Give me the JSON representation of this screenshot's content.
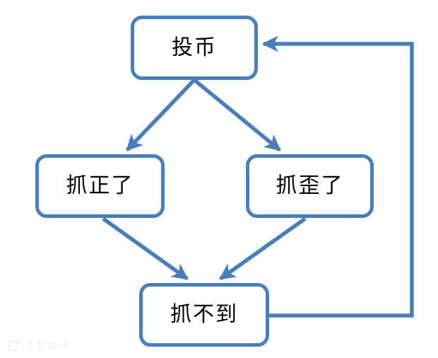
{
  "diagram": {
    "type": "flowchart",
    "title": "",
    "background_color": "#ffffff",
    "accent_color": "#4A7EBB",
    "node_fill_color": "#ffffff",
    "text_color": "#000000",
    "nodes": [
      {
        "id": "start",
        "label": "投币",
        "shape": "rounded-rectangle"
      },
      {
        "id": "left",
        "label": "抓正了",
        "shape": "rounded-rectangle"
      },
      {
        "id": "right",
        "label": "抓歪了",
        "shape": "rounded-rectangle"
      },
      {
        "id": "bottom",
        "label": "抓不到",
        "shape": "rounded-rectangle"
      }
    ],
    "edges": [
      {
        "from": "start",
        "to": "left",
        "style": "diagonal",
        "arrow": true,
        "label": ""
      },
      {
        "from": "start",
        "to": "right",
        "style": "diagonal",
        "arrow": true,
        "label": ""
      },
      {
        "from": "left",
        "to": "bottom",
        "style": "diagonal",
        "arrow": true,
        "label": ""
      },
      {
        "from": "right",
        "to": "bottom",
        "style": "diagonal",
        "arrow": true,
        "label": ""
      },
      {
        "from": "bottom",
        "to": "start",
        "style": "orthogonal-right-loop",
        "arrow": true,
        "label": ""
      }
    ]
  },
  "watermark": {
    "text": "大数跨境",
    "icon": "logo-icon",
    "color": "#e2e2e2"
  }
}
